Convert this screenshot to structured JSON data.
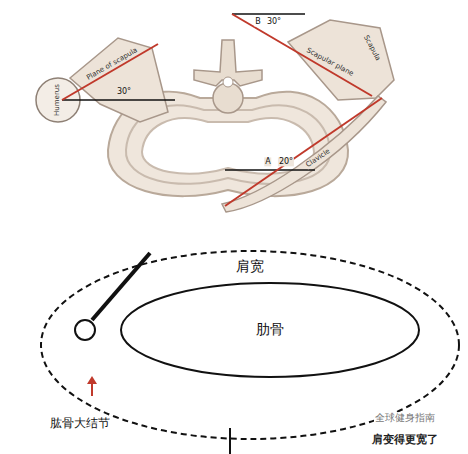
{
  "diagram": {
    "nodes": [
      {
        "text": [
          "肩宽"
        ]
      },
      {
        "text": [
          "肋骨"
        ],
        "in": 0
      }
    ],
    "labels": [
      "Humerus",
      "Plane of scapula",
      "30°",
      "B",
      "30°",
      "Scapular plane",
      "Scapula",
      "A",
      "20°",
      "Clavicle",
      "肱骨大结节",
      "肩变得更宽了",
      "全球健身指南"
    ]
  }
}
